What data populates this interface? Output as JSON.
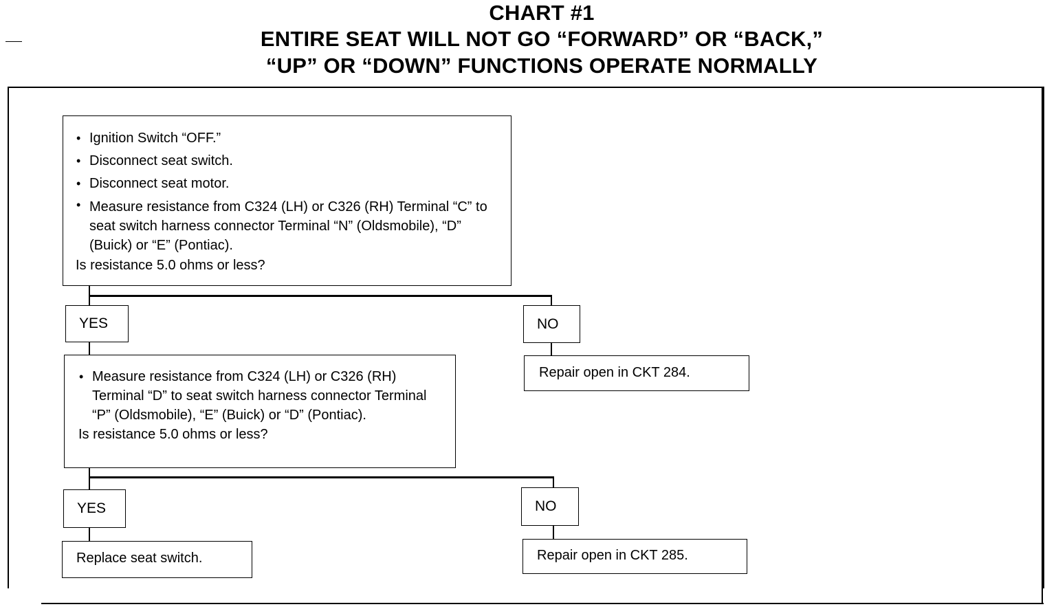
{
  "title": {
    "line1": "CHART #1",
    "line2": "ENTIRE SEAT WILL NOT GO “FORWARD” OR “BACK,”",
    "line3": "“UP” OR “DOWN” FUNCTIONS OPERATE NORMALLY"
  },
  "step1": {
    "items": [
      "Ignition Switch “OFF.”",
      "Disconnect seat switch.",
      "Disconnect seat motor.",
      "Measure resistance from C324 (LH) or C326 (RH) Terminal “C” to seat switch harness connector Terminal “N” (Oldsmobile), “D” (Buick) or “E” (Pontiac)."
    ],
    "question": "Is resistance 5.0 ohms or less?"
  },
  "branch1": {
    "yes": "YES",
    "no": "NO"
  },
  "result1_no": "Repair open in CKT 284.",
  "step2": {
    "items": [
      "Measure resistance from C324 (LH) or C326 (RH) Terminal “D” to seat switch harness connector Terminal “P” (Oldsmobile), “E” (Buick) or “D” (Pontiac)."
    ],
    "question": "Is resistance 5.0 ohms or less?"
  },
  "branch2": {
    "yes": "YES",
    "no": "NO"
  },
  "result2_yes": "Replace seat switch.",
  "result2_no": "Repair open in CKT 285."
}
